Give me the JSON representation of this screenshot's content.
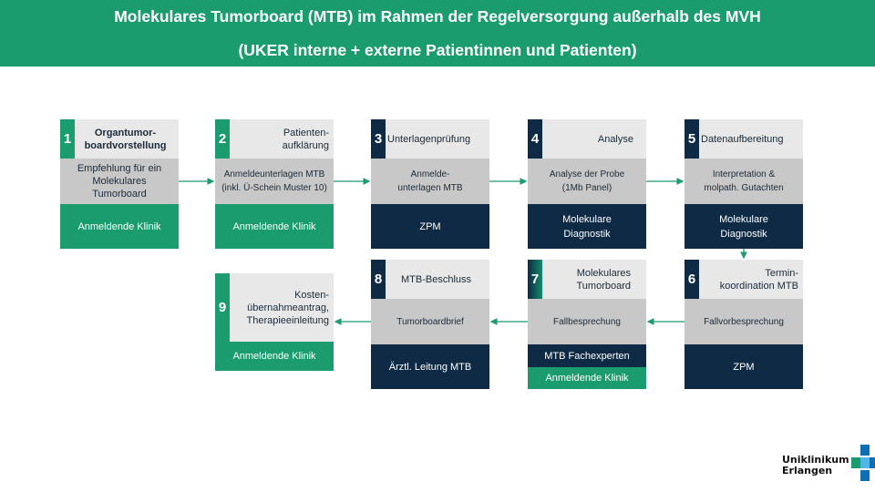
{
  "header": {
    "line1": "Molekulares Tumorboard (MTB) im Rahmen der Regelversorgung außerhalb des MVH",
    "line2": "(UKER interne + externe Patientinnen und Patienten)"
  },
  "steps": [
    {
      "num": "1",
      "title": "Organtumor-\nboardvorstellung",
      "mid": "Empfehlung für ein Molekulares Tumorboard",
      "bottom": "Anmeldende Klinik"
    },
    {
      "num": "2",
      "title": "Patienten-\naufklärung",
      "mid": "Anmeldeunterlagen MTB (inkl. Ü-Schein Muster 10)",
      "bottom": "Anmeldende Klinik"
    },
    {
      "num": "3",
      "title": "Unterlagenprüfung",
      "mid": "Anmelde-\nunterlagen MTB",
      "bottom": "ZPM"
    },
    {
      "num": "4",
      "title": "Analyse",
      "mid": "Analyse der Probe\n(1Mb Panel)",
      "bottom": "Molekulare\nDiagnostik"
    },
    {
      "num": "5",
      "title": "Datenaufbereitung",
      "mid": "Interpretation &\nmolpath. Gutachten",
      "bottom": "Molekulare\nDiagnostik"
    },
    {
      "num": "6",
      "title": "Termin-\nkoordination MTB",
      "mid": "Fallvorbesprechung",
      "bottom": "ZPM"
    },
    {
      "num": "7",
      "title": "Molekulares\nTumorboard",
      "mid": "Fallbesprechung",
      "bottom_top": "MTB Fachexperten",
      "bottom_bottom": "Anmeldende Klinik"
    },
    {
      "num": "8",
      "title": "MTB-Beschluss",
      "mid": "Tumorboardbrief",
      "bottom": "Ärztl. Leitung MTB"
    },
    {
      "num": "9",
      "title": "Kosten-\nübernahmeantrag,\nTherapieeinleitung",
      "bottom": "Anmeldende Klinik"
    }
  ],
  "logo": {
    "line1": "Uniklinikum",
    "line2": "Erlangen"
  },
  "colors": {
    "green": "#1a9c6e",
    "navy": "#0f2a44",
    "light_gray": "#e8e8e8",
    "mid_gray": "#c8c8c8"
  }
}
